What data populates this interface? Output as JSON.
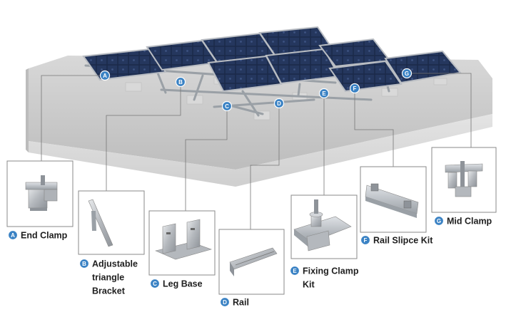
{
  "callouts": [
    {
      "letter": "A",
      "lines": [
        "End Clamp"
      ]
    },
    {
      "letter": "B",
      "lines": [
        "Adjustable",
        "triangle",
        "Bracket"
      ]
    },
    {
      "letter": "C",
      "lines": [
        "Leg Base"
      ]
    },
    {
      "letter": "D",
      "lines": [
        "Rail"
      ]
    },
    {
      "letter": "E",
      "lines": [
        "Fixing Clamp",
        "Kit"
      ]
    },
    {
      "letter": "F",
      "lines": [
        "Rail Slipce Kit"
      ]
    },
    {
      "letter": "G",
      "lines": [
        "Mid Clamp"
      ]
    }
  ],
  "colors": {
    "badge": "#3a82c4",
    "badge_edge": "#ffffff",
    "label": "#1e1e1e",
    "leader": "#777777",
    "panel_cell": "#1b2a4a",
    "panel_frame": "#b8bcc2",
    "roof_top": "#c9c9c9",
    "roof_side": "#dcdcdc",
    "metal": "#c4c7cb"
  },
  "icons": {
    "A": "end-clamp-icon",
    "B": "triangle-bracket-icon",
    "C": "leg-base-icon",
    "D": "rail-icon",
    "E": "fixing-clamp-icon",
    "F": "rail-splice-icon",
    "G": "mid-clamp-icon"
  }
}
